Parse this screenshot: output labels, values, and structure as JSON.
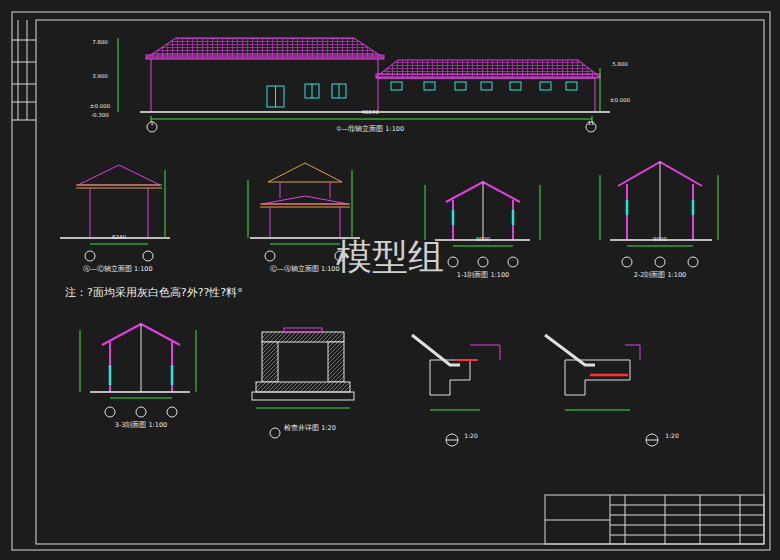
{
  "diagram": {
    "labels": [
      "①—⑪轴立面图 1:100",
      "Ⓐ—Ⓒ轴立面图 1:100",
      "Ⓒ—Ⓐ轴立面图 1:100",
      "1-1剖面图 1:100",
      "2-2剖面图 1:100",
      "3-3剖面图 1:100",
      "检查井详图 1:20",
      "注：?面均采用灰白色高?外??性?料°",
      "模型组",
      "7.800",
      "3.900",
      "±0.000",
      "-0.300",
      "5.800",
      "±0.000",
      "48840",
      "6240",
      "9000",
      "9000",
      "1:20",
      "1:20",
      "1",
      "11"
    ]
  }
}
